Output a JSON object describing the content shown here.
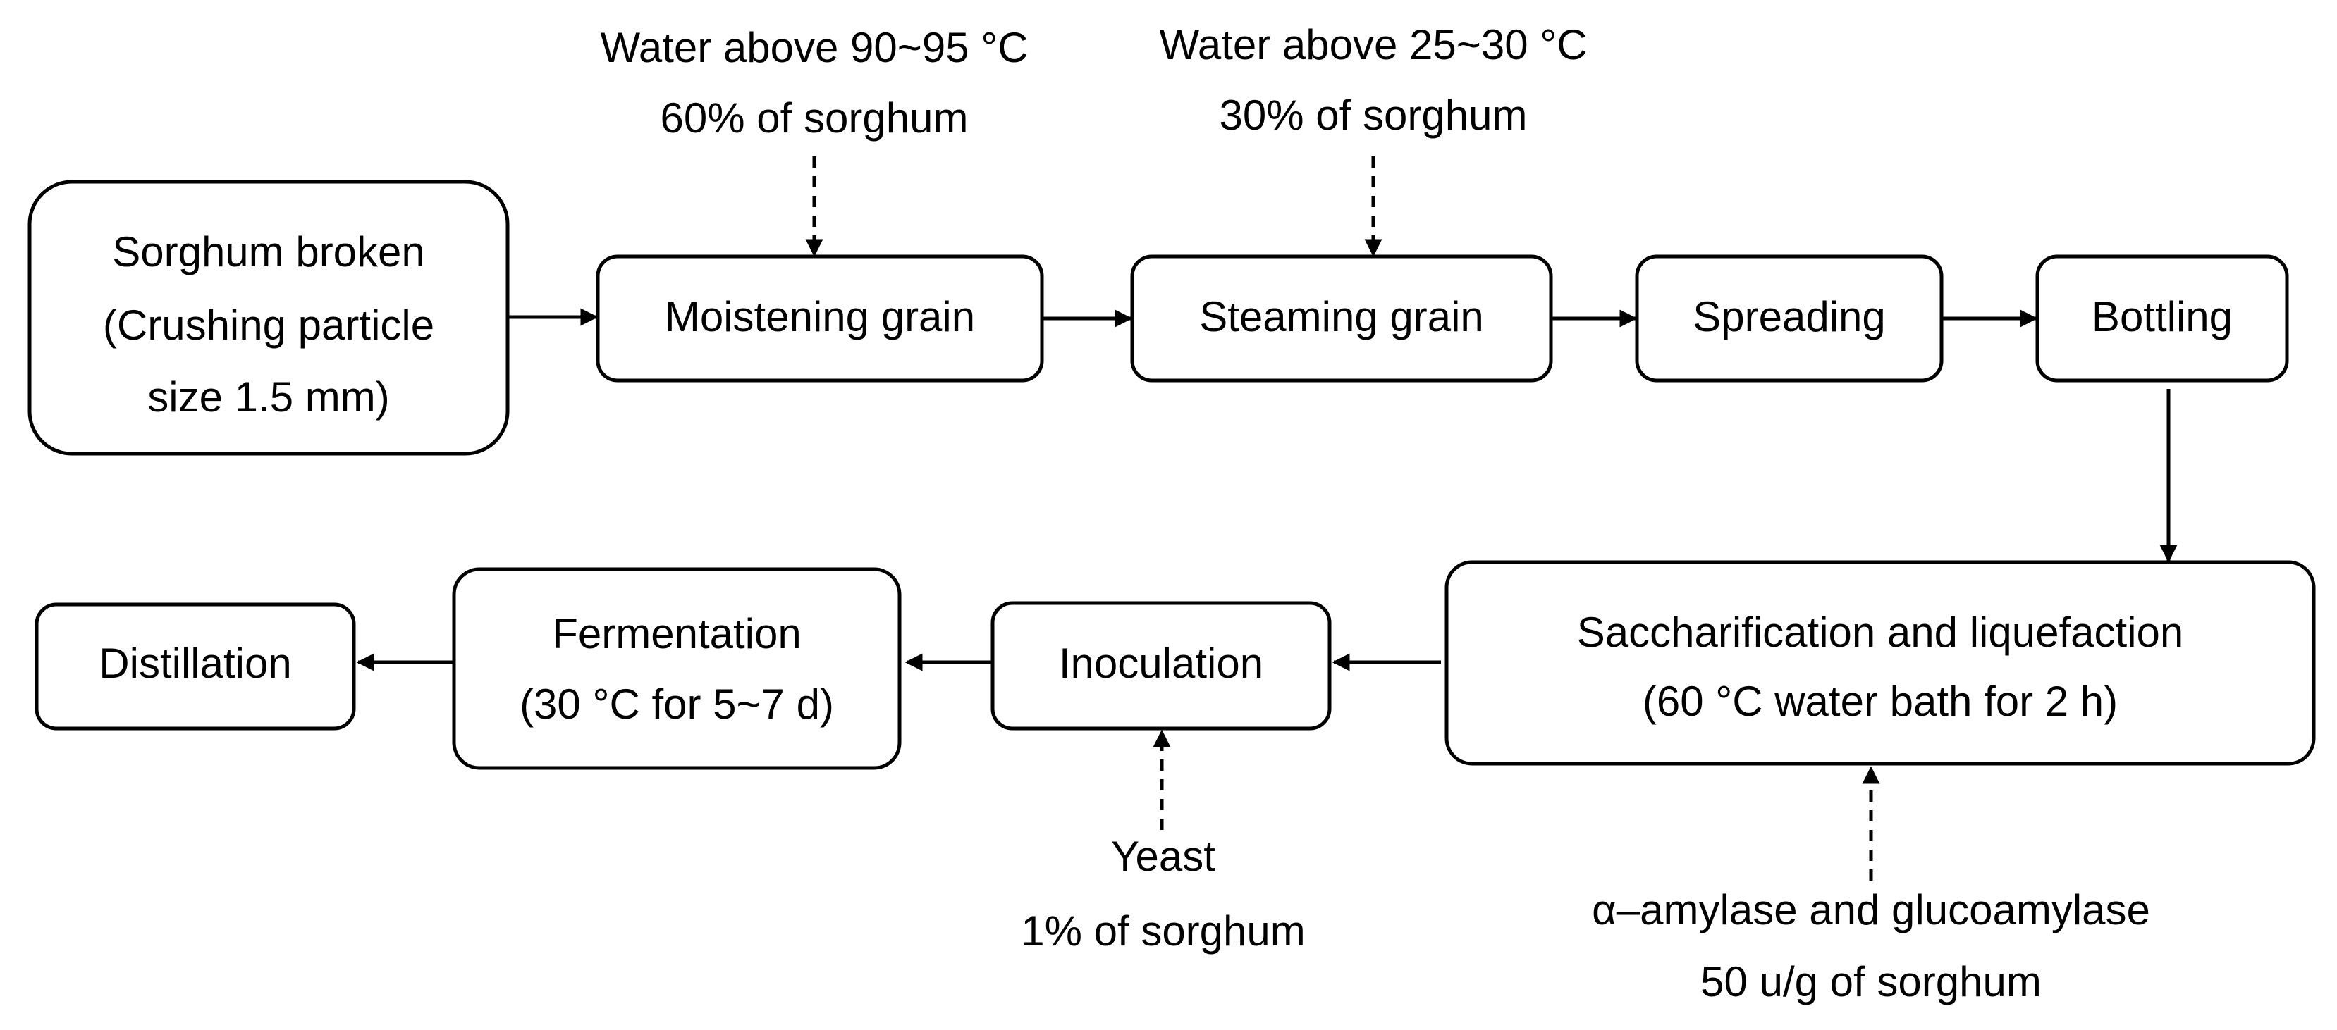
{
  "nodes": {
    "sorghum_broken": [
      "Sorghum broken",
      "(Crushing particle",
      "size 1.5 mm)"
    ],
    "moistening": [
      "Moistening grain"
    ],
    "steaming": [
      "Steaming grain"
    ],
    "spreading": [
      "Spreading"
    ],
    "bottling": [
      "Bottling"
    ],
    "saccharification": [
      "Saccharification and liquefaction",
      "(60 °C water bath for 2 h)"
    ],
    "inoculation": [
      "Inoculation"
    ],
    "fermentation": [
      "Fermentation",
      "(30 °C for 5~7 d)"
    ],
    "distillation": [
      "Distillation"
    ]
  },
  "inputs": {
    "moistening_water": [
      "Water above 90~95 °C",
      "60% of sorghum"
    ],
    "steaming_water": [
      "Water above 25~30 °C",
      "30% of sorghum"
    ],
    "yeast": [
      "Yeast",
      "1% of sorghum"
    ],
    "enzymes": [
      "α–amylase and glucoamylase",
      "50 u/g of sorghum"
    ]
  }
}
